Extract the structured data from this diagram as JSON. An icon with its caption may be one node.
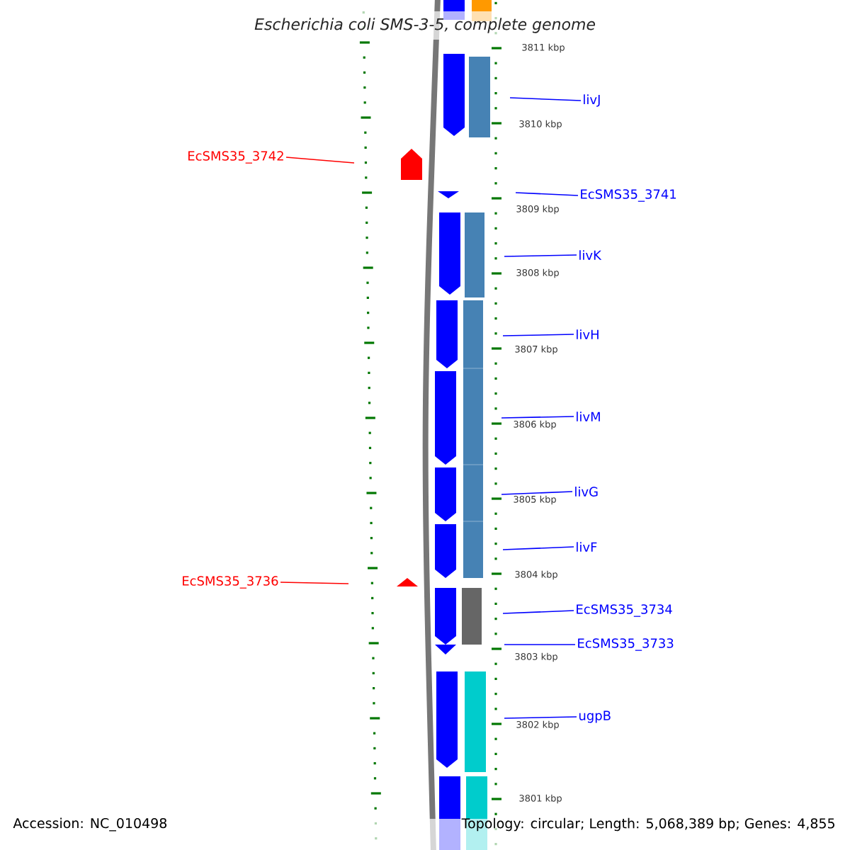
{
  "diagram": {
    "title": "Escherichia coli SMS-3-5, complete genome",
    "nodes": [
      {
        "text": [
          "EcSMS35_3742"
        ]
      },
      {
        "text": [
          "livJ"
        ]
      },
      {
        "text": [
          "EcSMS35_3741"
        ]
      },
      {
        "text": [
          "livK"
        ]
      },
      {
        "text": [
          "livH"
        ]
      },
      {
        "text": [
          "livM"
        ]
      },
      {
        "text": [
          "livG"
        ]
      },
      {
        "text": [
          "livF"
        ]
      },
      {
        "text": [
          "EcSMS35_3736"
        ]
      },
      {
        "text": [
          "EcSMS35_3734"
        ]
      },
      {
        "text": [
          "EcSMS35_3733"
        ]
      },
      {
        "text": [
          "ugpB"
        ]
      }
    ],
    "edges": [
      {
        "from": 0,
        "to": null,
        "arrow": "none",
        "color": "#ff0000"
      },
      {
        "from": 1,
        "to": null,
        "arrow": "none"
      },
      {
        "from": 2,
        "to": null,
        "arrow": "none"
      },
      {
        "from": 3,
        "to": null,
        "arrow": "none"
      },
      {
        "from": 4,
        "to": null,
        "arrow": "none"
      },
      {
        "from": 5,
        "to": null,
        "arrow": "none"
      },
      {
        "from": 6,
        "to": null,
        "arrow": "none"
      },
      {
        "from": 7,
        "to": null,
        "arrow": "none"
      },
      {
        "from": 8,
        "to": null,
        "arrow": "none",
        "color": "#ff0000"
      },
      {
        "from": 9,
        "to": null,
        "arrow": "none"
      },
      {
        "from": 10,
        "to": null,
        "arrow": "none"
      },
      {
        "from": 11,
        "to": null,
        "arrow": "none"
      }
    ],
    "labels": [
      "3811 kbp",
      "3810 kbp",
      "3809 kbp",
      "3808 kbp",
      "3807 kbp",
      "3806 kbp",
      "3805 kbp",
      "3804 kbp",
      "3803 kbp",
      "3802 kbp",
      "3801 kbp",
      "Accession: NC_010498",
      "Topology: circular; Length: 5,068,389 bp; Genes: 4,855"
    ]
  }
}
